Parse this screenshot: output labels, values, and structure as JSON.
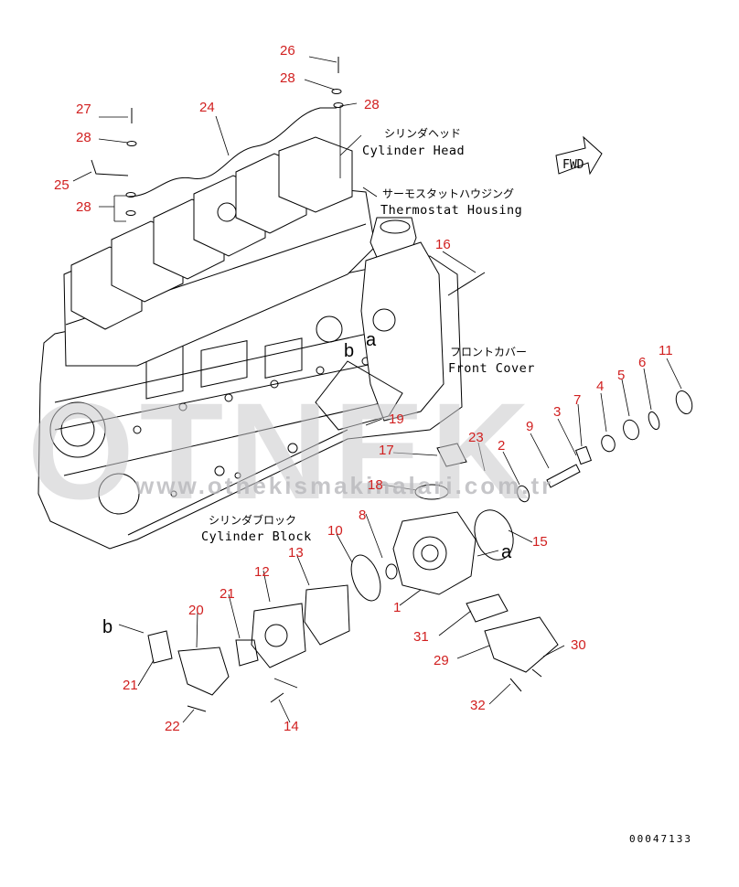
{
  "watermark": {
    "brand": "OTNEK",
    "url": "www.otnekismakinalari.com.tr"
  },
  "fwd_label": "FWD",
  "drawing_code": "00047133",
  "labels": {
    "cylinder_head_jp": "シリンダヘッド",
    "cylinder_head_en": "Cylinder Head",
    "thermostat_jp": "サーモスタットハウジング",
    "thermostat_en": "Thermostat Housing",
    "front_cover_jp": "フロントカバー",
    "front_cover_en": "Front Cover",
    "cylinder_block_jp": "シリンダブロック",
    "cylinder_block_en": "Cylinder Block"
  },
  "refs": {
    "a_upper": "a",
    "b_upper": "b",
    "a_lower": "a",
    "b_lower": "b"
  },
  "callouts": [
    {
      "id": "26",
      "label": "26"
    },
    {
      "id": "28a",
      "label": "28"
    },
    {
      "id": "28b",
      "label": "28"
    },
    {
      "id": "27",
      "label": "27"
    },
    {
      "id": "24",
      "label": "24"
    },
    {
      "id": "28c",
      "label": "28"
    },
    {
      "id": "25",
      "label": "25"
    },
    {
      "id": "28d",
      "label": "28"
    },
    {
      "id": "16",
      "label": "16"
    },
    {
      "id": "11",
      "label": "11"
    },
    {
      "id": "6",
      "label": "6"
    },
    {
      "id": "5",
      "label": "5"
    },
    {
      "id": "4",
      "label": "4"
    },
    {
      "id": "7",
      "label": "7"
    },
    {
      "id": "3",
      "label": "3"
    },
    {
      "id": "9",
      "label": "9"
    },
    {
      "id": "2",
      "label": "2"
    },
    {
      "id": "23",
      "label": "23"
    },
    {
      "id": "19",
      "label": "19"
    },
    {
      "id": "17",
      "label": "17"
    },
    {
      "id": "18",
      "label": "18"
    },
    {
      "id": "8",
      "label": "8"
    },
    {
      "id": "15",
      "label": "15"
    },
    {
      "id": "10",
      "label": "10"
    },
    {
      "id": "13",
      "label": "13"
    },
    {
      "id": "12",
      "label": "12"
    },
    {
      "id": "1",
      "label": "1"
    },
    {
      "id": "21a",
      "label": "21"
    },
    {
      "id": "20",
      "label": "20"
    },
    {
      "id": "21b",
      "label": "21"
    },
    {
      "id": "31",
      "label": "31"
    },
    {
      "id": "30",
      "label": "30"
    },
    {
      "id": "29",
      "label": "29"
    },
    {
      "id": "22",
      "label": "22"
    },
    {
      "id": "14",
      "label": "14"
    },
    {
      "id": "32",
      "label": "32"
    }
  ]
}
